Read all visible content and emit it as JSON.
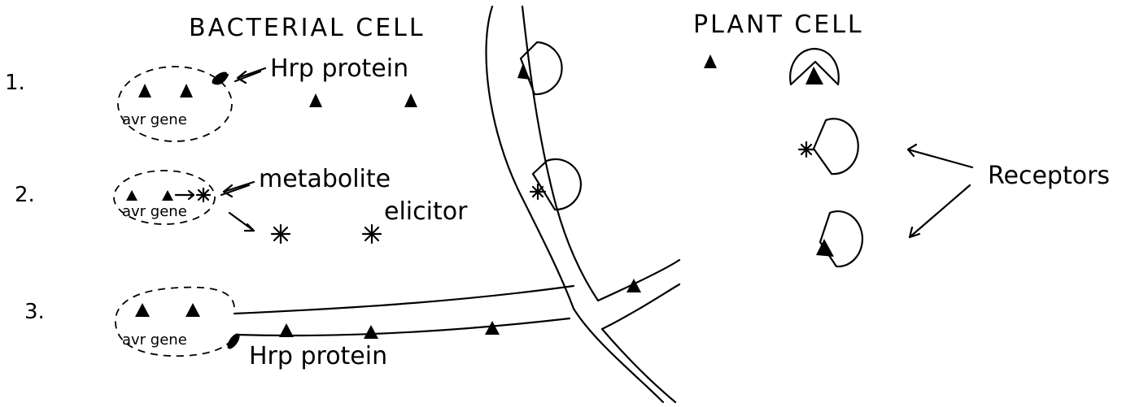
{
  "titles": {
    "bacterial": "BACTERIAL CELL",
    "plant": "PLANT CELL"
  },
  "steps": [
    "1.",
    "2.",
    "3."
  ],
  "labels": {
    "hrp_protein_1": "Hrp protein",
    "metabolite": "metabolite",
    "elicitor": "elicitor",
    "hrp_protein_3": "Hrp protein",
    "receptors": "Receptors"
  },
  "gene_labels": [
    "avr gene",
    "avr gene",
    "avr gene"
  ]
}
